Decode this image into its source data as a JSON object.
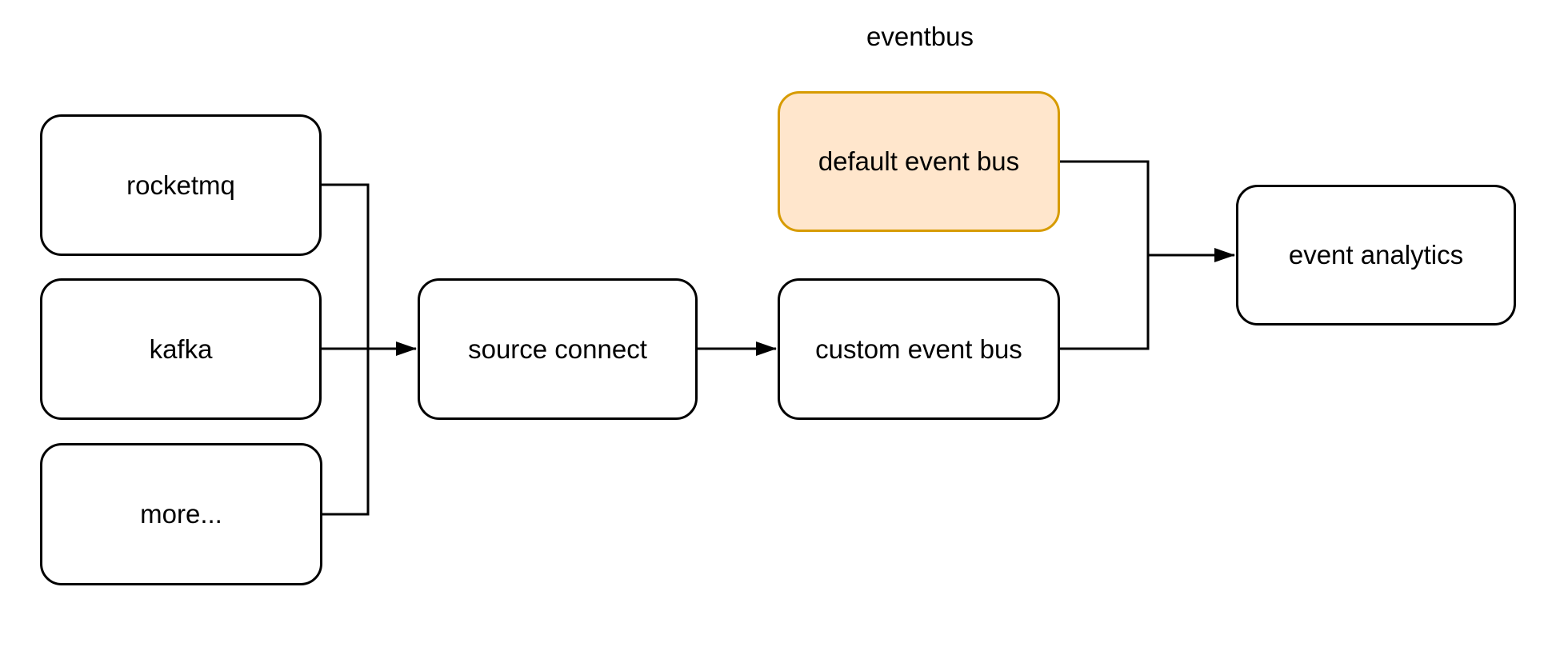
{
  "diagram": {
    "group_label": "eventbus",
    "nodes": {
      "rocketmq": {
        "label": "rocketmq"
      },
      "kafka": {
        "label": "kafka"
      },
      "more": {
        "label": "more..."
      },
      "source_connect": {
        "label": "source connect"
      },
      "default_event_bus": {
        "label": "default event bus"
      },
      "custom_event_bus": {
        "label": "custom event bus"
      },
      "event_analytics": {
        "label": "event analytics"
      }
    },
    "edges": [
      {
        "from": "rocketmq",
        "to": "source_connect"
      },
      {
        "from": "kafka",
        "to": "source_connect"
      },
      {
        "from": "more",
        "to": "source_connect"
      },
      {
        "from": "source_connect",
        "to": "custom_event_bus"
      },
      {
        "from": "default_event_bus",
        "to": "event_analytics"
      },
      {
        "from": "custom_event_bus",
        "to": "event_analytics"
      }
    ],
    "colors": {
      "background": "#ffffff",
      "node_fill": "#ffffff",
      "node_stroke": "#000000",
      "highlight_fill": "#ffe6cc",
      "highlight_stroke": "#d79b00",
      "connector": "#000000",
      "text": "#000000"
    }
  }
}
